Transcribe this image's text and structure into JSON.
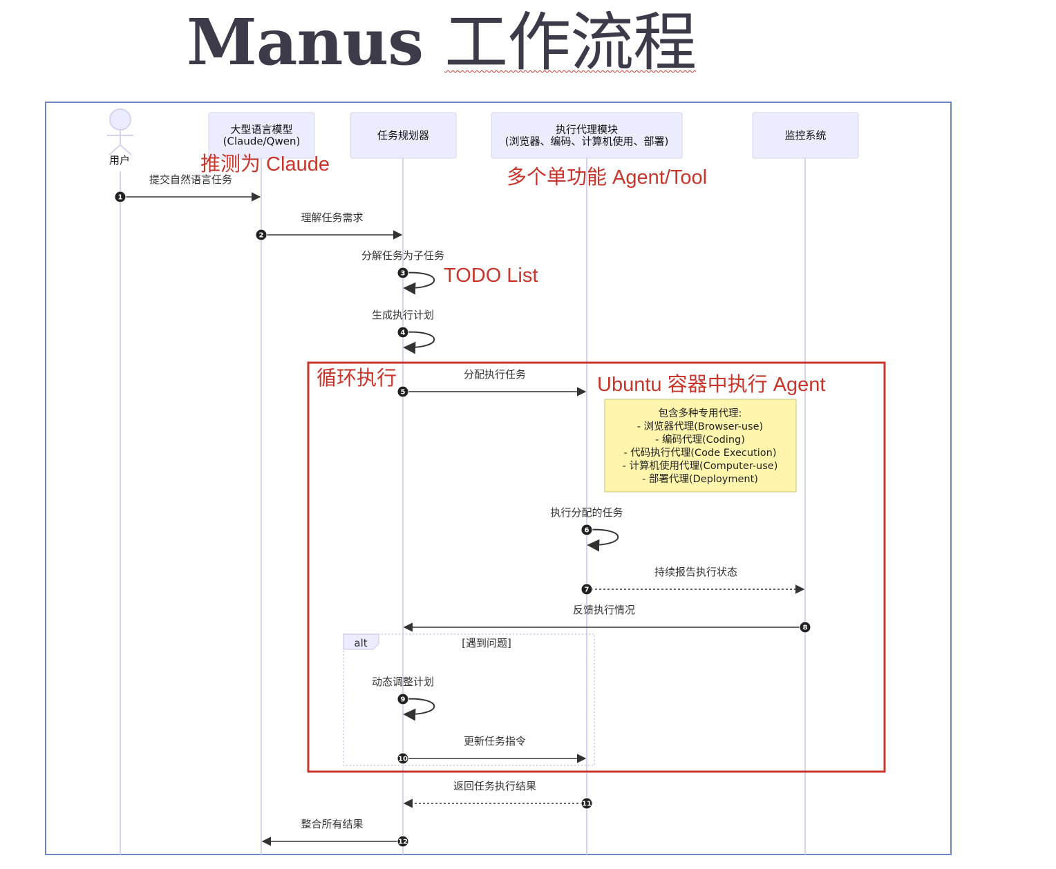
{
  "title": {
    "latin": "Manus",
    "cn": "工作流程"
  },
  "participants": [
    {
      "id": "user",
      "type": "actor",
      "label_lines": [
        "用户"
      ]
    },
    {
      "id": "llm",
      "type": "box",
      "label_lines": [
        "大型语言模型",
        "(Claude/Qwen)"
      ]
    },
    {
      "id": "planner",
      "type": "box",
      "label_lines": [
        "任务规划器"
      ]
    },
    {
      "id": "executor",
      "type": "box",
      "label_lines": [
        "执行代理模块",
        "(浏览器、编码、计算机使用、部署)"
      ]
    },
    {
      "id": "monitor",
      "type": "box",
      "label_lines": [
        "监控系统"
      ]
    }
  ],
  "messages": [
    {
      "num": "1",
      "from": "user",
      "to": "llm",
      "text": "提交自然语言任务",
      "style": "solid"
    },
    {
      "num": "2",
      "from": "llm",
      "to": "planner",
      "text": "理解任务需求",
      "style": "solid"
    },
    {
      "num": "3",
      "from": "planner",
      "to": "planner",
      "text": "分解任务为子任务",
      "style": "solid"
    },
    {
      "num": "4",
      "from": "planner",
      "to": "planner",
      "text": "生成执行计划",
      "style": "solid"
    },
    {
      "num": "5",
      "from": "planner",
      "to": "executor",
      "text": "分配执行任务",
      "style": "solid"
    },
    {
      "num": "6",
      "from": "executor",
      "to": "executor",
      "text": "执行分配的任务",
      "style": "solid"
    },
    {
      "num": "7",
      "from": "executor",
      "to": "monitor",
      "text": "持续报告执行状态",
      "style": "dashed"
    },
    {
      "num": "8",
      "from": "monitor",
      "to": "planner",
      "text": "反馈执行情况",
      "style": "solid"
    },
    {
      "num": "9",
      "from": "planner",
      "to": "planner",
      "text": "动态调整计划",
      "style": "solid"
    },
    {
      "num": "10",
      "from": "planner",
      "to": "executor",
      "text": "更新任务指令",
      "style": "solid"
    },
    {
      "num": "11",
      "from": "executor",
      "to": "planner",
      "text": "返回任务执行结果",
      "style": "dashed"
    },
    {
      "num": "12",
      "from": "planner",
      "to": "llm",
      "text": "整合所有结果",
      "style": "solid"
    }
  ],
  "note": {
    "over": "executor",
    "lines": [
      "包含多种专用代理:",
      "- 浏览器代理(Browser-use)",
      "- 编码代理(Coding)",
      "- 代码执行代理(Code Execution)",
      "- 计算机使用代理(Computer-use)",
      "- 部署代理(Deployment)"
    ]
  },
  "alt_block": {
    "keyword": "alt",
    "condition": "[遇到问题]"
  },
  "annotations": {
    "llm_guess": "推测为 Claude",
    "executor_desc": "多个单功能 Agent/Tool",
    "todo": "TODO List",
    "loop": "循环执行",
    "ubuntu": "Ubuntu 容器中执行 Agent"
  },
  "colors": {
    "lifeline": "#d6d3ee",
    "participant_fill": "#ececff",
    "participant_stroke": "#d6d3ee",
    "arrow": "#333333",
    "annotation_red": "#c9352b",
    "frame_blue": "#6f86c6",
    "note_fill": "#fff5ad",
    "note_stroke": "#c9c27a",
    "title": "#3d3b4a"
  }
}
